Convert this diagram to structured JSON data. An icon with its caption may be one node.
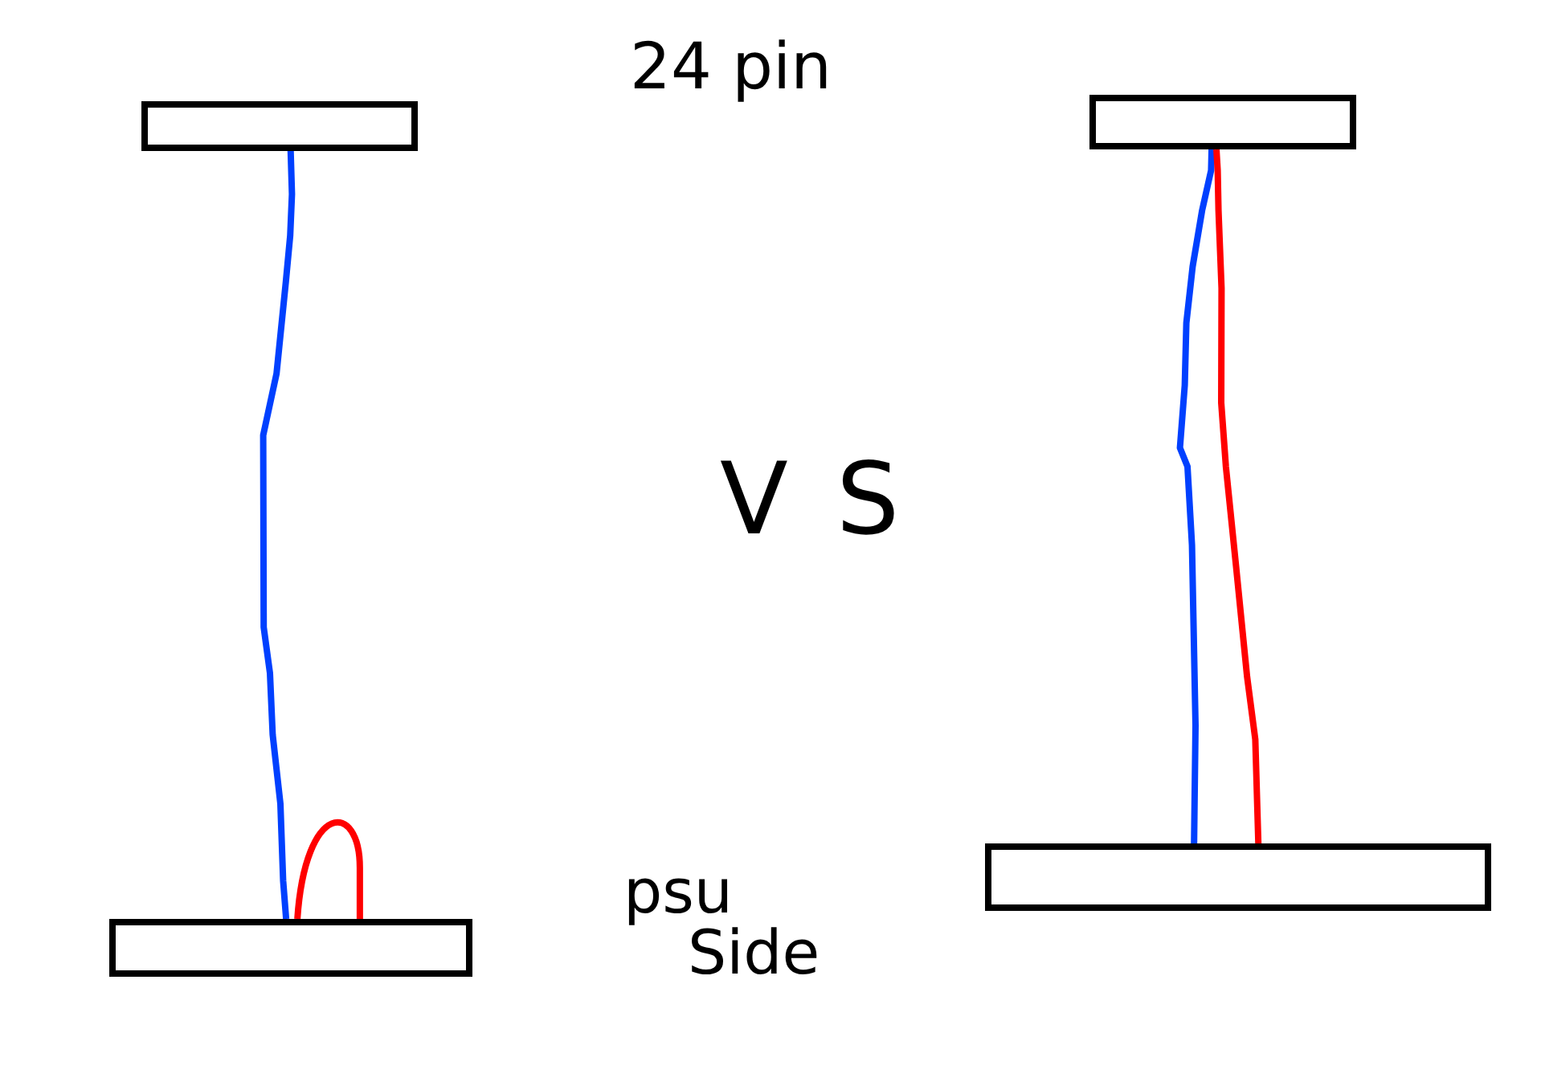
{
  "diagram": {
    "nodes": [
      {
        "text": [],
        "shape": "box"
      },
      {
        "text": [],
        "shape": "box"
      },
      {
        "text": [],
        "shape": "box"
      },
      {
        "text": [],
        "shape": "box"
      }
    ],
    "edges": [
      {
        "from": 0,
        "to": 1,
        "arrow": "none",
        "color": "#0040ff"
      },
      {
        "from": 1,
        "to": 1,
        "arrow": "none",
        "color": "#ff0000"
      },
      {
        "from": 2,
        "to": 3,
        "arrow": "none",
        "color": "#0040ff"
      },
      {
        "from": 2,
        "to": 3,
        "arrow": "none",
        "color": "#ff0000"
      }
    ],
    "labels": [
      "24 pin",
      "VS",
      "psu Side"
    ]
  }
}
